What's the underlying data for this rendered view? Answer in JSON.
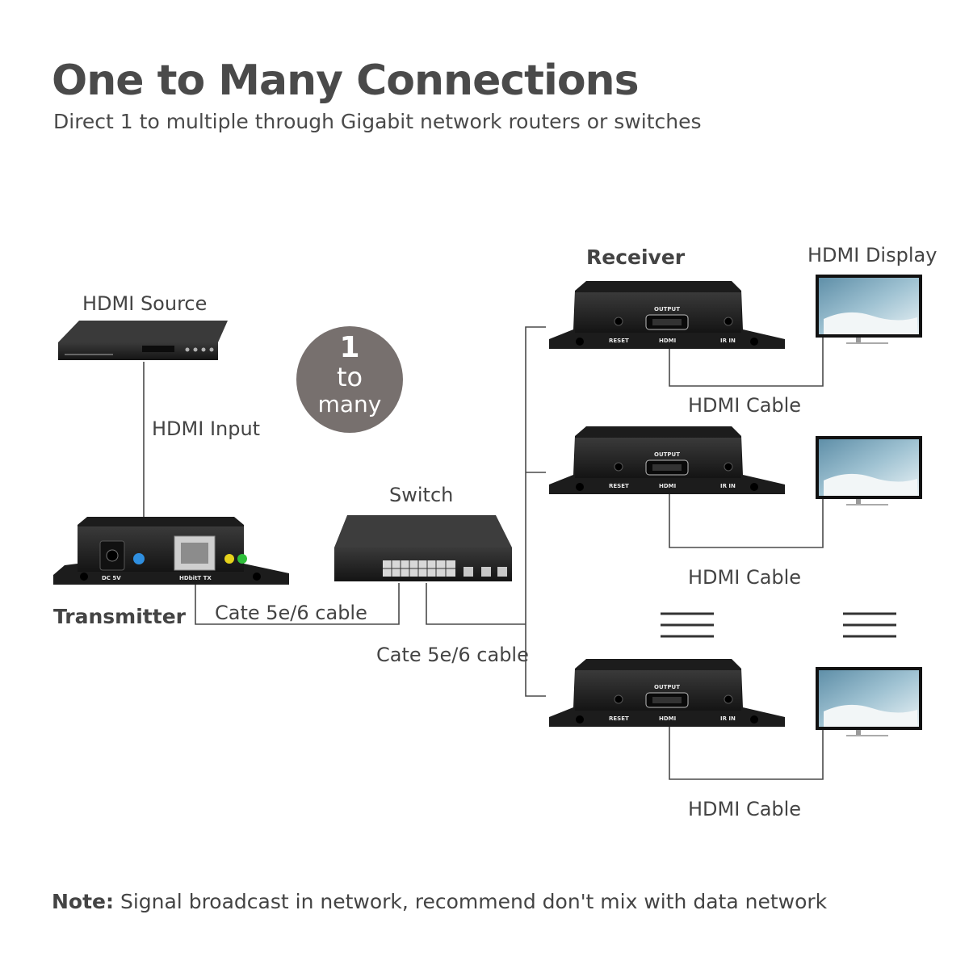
{
  "header": {
    "title": "One to Many Connections",
    "subtitle": "Direct 1 to multiple through Gigabit network routers or switches"
  },
  "badge": {
    "number": "1",
    "word1": "to",
    "word2": "many"
  },
  "labels": {
    "hdmi_source": "HDMI Source",
    "hdmi_input": "HDMI Input",
    "transmitter": "Transmitter",
    "cable_tx": "Cate 5e/6 cable",
    "switch": "Switch",
    "cable_switch": "Cate 5e/6 cable",
    "receiver": "Receiver",
    "hdmi_display": "HDMI Display",
    "hdmi_cable_1": "HDMI Cable",
    "hdmi_cable_2": "HDMI Cable",
    "hdmi_cable_3": "HDMI Cable"
  },
  "device_text": {
    "tx_dc": "DC 5V",
    "tx_port": "HDbitT TX",
    "rx_output": "OUTPUT",
    "rx_reset": "RESET",
    "rx_hdmi": "HDMI",
    "rx_irin": "IR IN"
  },
  "note": {
    "label": "Note:",
    "text": " Signal broadcast in network, recommend don't mix with data network"
  },
  "colors": {
    "badge": "#77706e",
    "device_body": "#1c1c1c",
    "line": "#4a4a4a",
    "led_blue": "#2f8fe0",
    "led_yellow": "#e6d21c",
    "led_green": "#2fbf3a"
  }
}
